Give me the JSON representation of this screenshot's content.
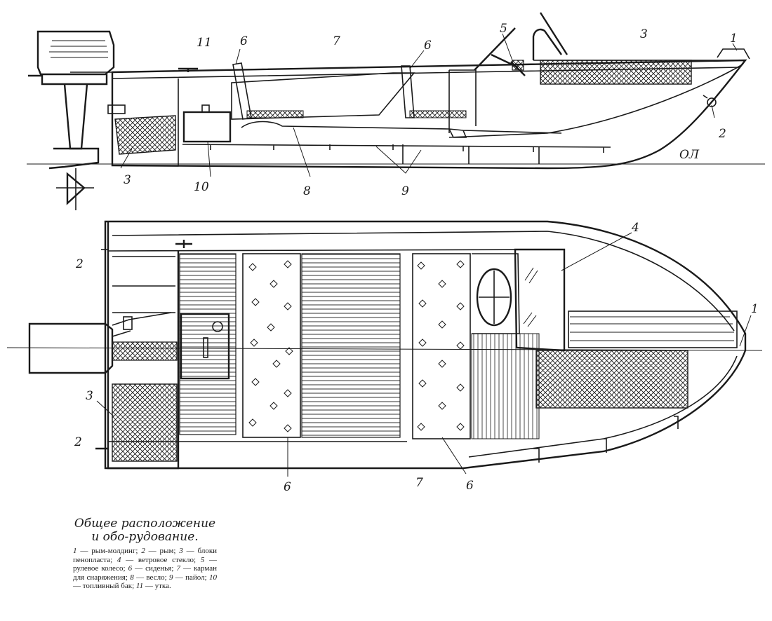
{
  "labels": {
    "side": {
      "l11": "11",
      "l6a": "6",
      "l7": "7",
      "l6b": "6",
      "l5": "5",
      "l3top": "3",
      "l1": "1",
      "l2": "2",
      "lOL": "ОЛ",
      "l3": "3",
      "l10": "10",
      "l8": "8",
      "l9": "9"
    },
    "plan": {
      "l4": "4",
      "l2a": "2",
      "l1": "1",
      "l3": "3",
      "l2b": "2",
      "l6a": "6",
      "l7": "7",
      "l6b": "6"
    }
  },
  "caption": {
    "title": "Общее расположение и обо-рудование.",
    "legend": [
      {
        "num": "1",
        "text": "рым-молдинг;"
      },
      {
        "num": "2",
        "text": "рым;"
      },
      {
        "num": "3",
        "text": "блоки пенопласта;"
      },
      {
        "num": "4",
        "text": "ветровое стекло;"
      },
      {
        "num": "5",
        "text": "рулевое колесо;"
      },
      {
        "num": "6",
        "text": "сиденья;"
      },
      {
        "num": "7",
        "text": "карман для снаряжения;"
      },
      {
        "num": "8",
        "text": "весло;"
      },
      {
        "num": "9",
        "text": "пайол;"
      },
      {
        "num": "10",
        "text": "топливный бак;"
      },
      {
        "num": "11",
        "text": "утка."
      }
    ]
  },
  "icons": [
    "outboard-motor-icon",
    "steering-wheel-icon",
    "cleat-icon",
    "propeller-icon"
  ]
}
